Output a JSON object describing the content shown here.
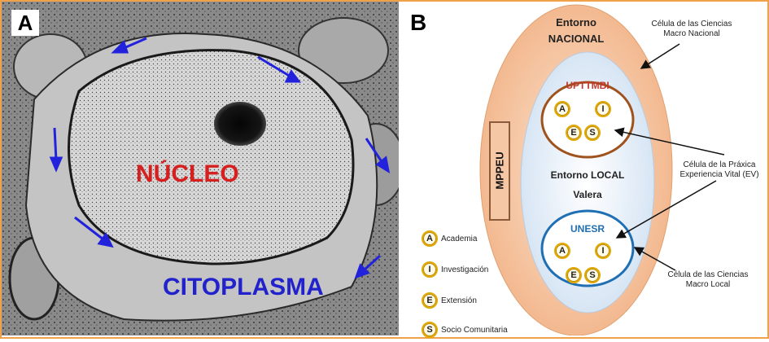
{
  "panel_a": {
    "letter": "A",
    "nucleus_label": "NÚCLEO",
    "cytoplasm_label": "CITOPLASMA",
    "colors": {
      "nucleus": "#d62020",
      "cytoplasm": "#2222cc",
      "arrows": "#2222dd"
    }
  },
  "panel_b": {
    "letter": "B",
    "outer_title_line1": "Entorno",
    "outer_title_line2": "NACIONAL",
    "side_box": "MPPEU",
    "inner_title_line1": "Entorno LOCAL",
    "inner_title_line2": "Valera",
    "cell_top": {
      "title": "UPTTMBI",
      "color": "#c0392b",
      "badges": [
        "A",
        "I",
        "E",
        "S"
      ]
    },
    "cell_bottom": {
      "title": "UNESR",
      "color": "#1f6fb5",
      "badges": [
        "A",
        "I",
        "E",
        "S"
      ]
    },
    "annotations": {
      "top_right": [
        "Célula de las Ciencias",
        "Macro Nacional"
      ],
      "middle_right": [
        "Célula de la Práxica",
        "Experiencia Vital (EV)"
      ],
      "bottom_right": [
        "Célula de las Ciencias",
        "Macro Local"
      ]
    },
    "legend": [
      {
        "badge": "A",
        "label": "Academia"
      },
      {
        "badge": "I",
        "label": "Investigación"
      },
      {
        "badge": "E",
        "label": "Extensión"
      },
      {
        "badge": "S",
        "label": "Socio Comunitaria"
      }
    ],
    "colors": {
      "outer_ellipse": "#f6c7a4",
      "inner_ellipse": "#e4eef8",
      "badge_ring": "#e0a800",
      "frame": "#f0a24a"
    }
  }
}
